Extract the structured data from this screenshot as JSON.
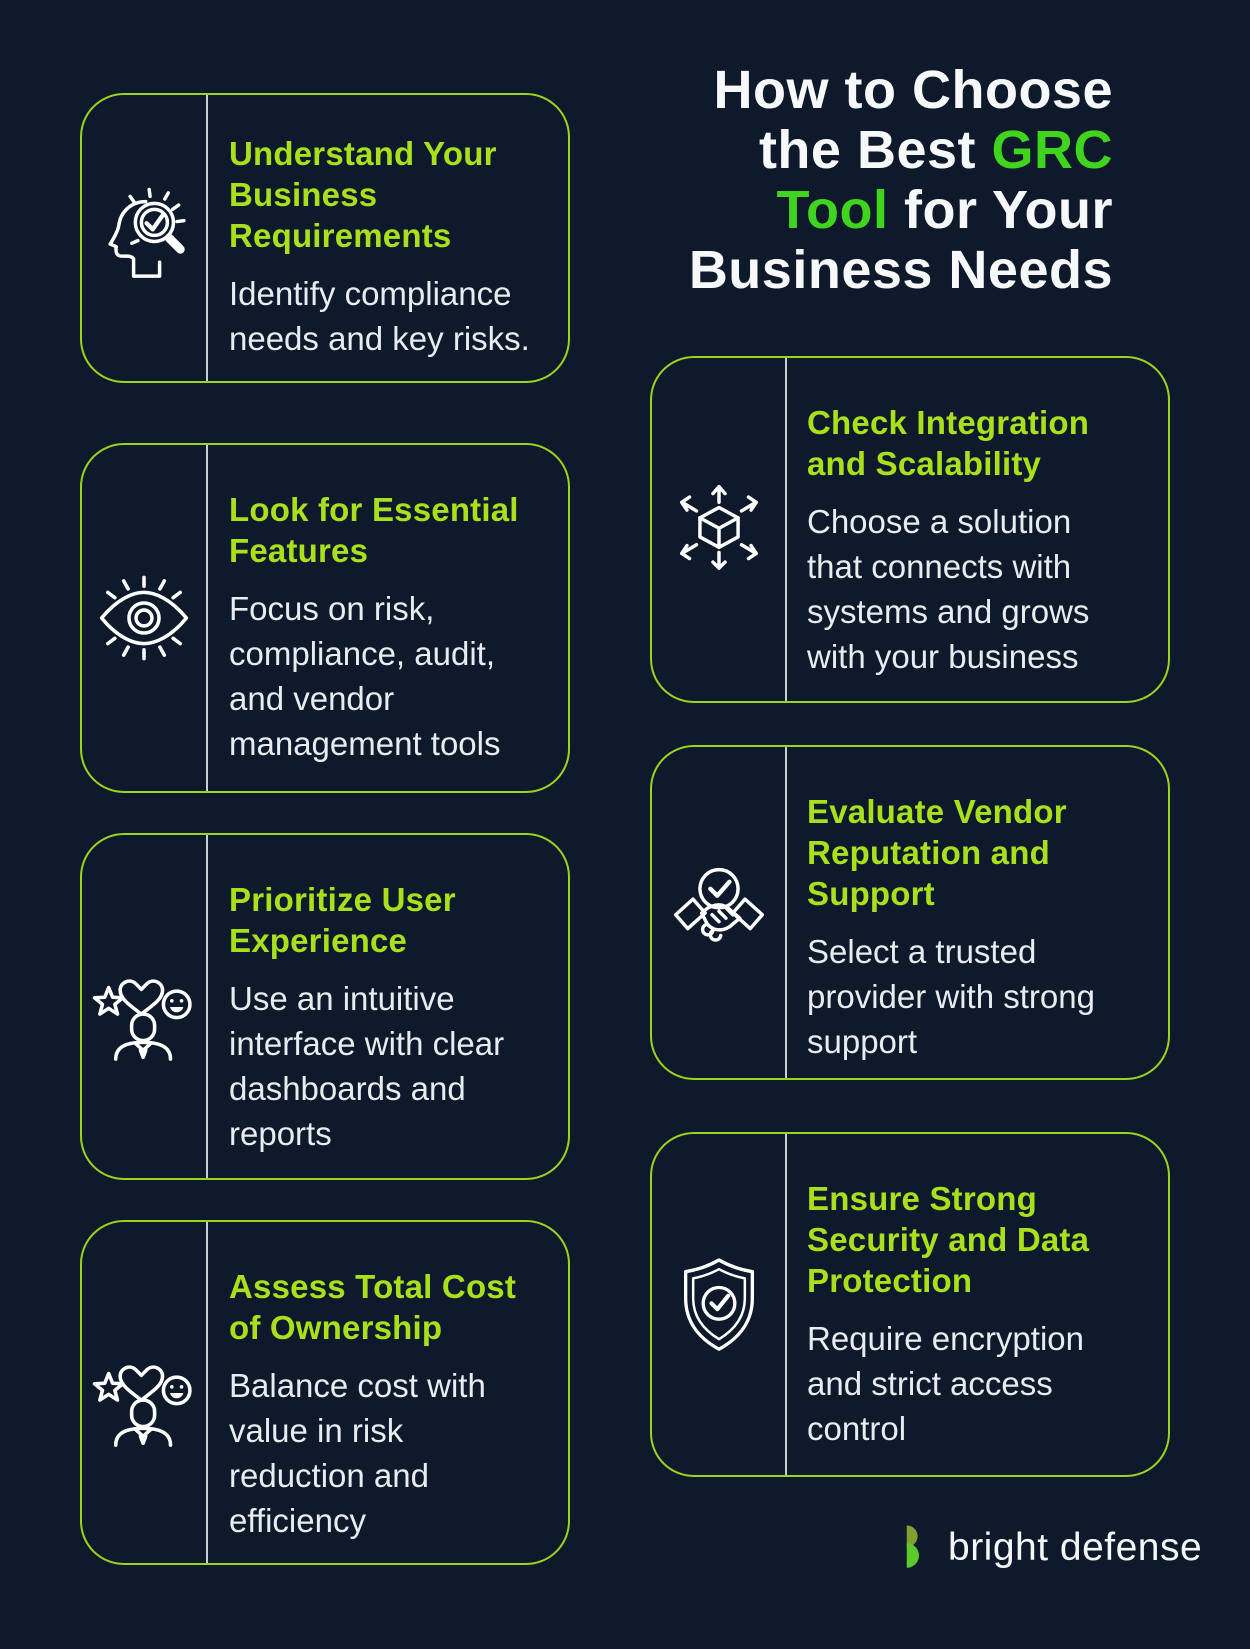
{
  "page": {
    "background_color": "#0e1a2b",
    "card_border_color": "#9bd41c",
    "heading_color": "#a8e01c",
    "title_accent_color": "#3fd51e",
    "body_text_color": "#e8ecef",
    "divider_color": "#c9ced6"
  },
  "title": {
    "line1": "How to Choose",
    "line2_white": "the Best ",
    "line2_green": "GRC",
    "line3_green": "Tool",
    "line3_white": " for Your",
    "line4": "Business Needs"
  },
  "cards": [
    {
      "icon": "head-magnifier-icon",
      "heading": "Understand Your\nBusiness\nRequirements",
      "body": "Identify compliance\nneeds and key risks."
    },
    {
      "icon": "eye-icon",
      "heading": "Look for Essential\nFeatures",
      "body": "Focus on risk,\ncompliance, audit,\nand vendor\nmanagement tools"
    },
    {
      "icon": "user-experience-icon",
      "heading": "Prioritize User\nExperience",
      "body": "Use an intuitive\ninterface with clear\ndashboards and\nreports"
    },
    {
      "icon": "user-experience-icon",
      "heading": "Assess Total Cost\nof Ownership",
      "body": "Balance cost with\nvalue in risk\nreduction and\nefficiency"
    },
    {
      "icon": "cube-arrows-icon",
      "heading": "Check Integration\nand Scalability",
      "body": "Choose a solution\nthat connects with\nsystems and grows\nwith your business"
    },
    {
      "icon": "handshake-check-icon",
      "heading": "Evaluate Vendor\nReputation and\nSupport",
      "body": "Select a trusted\nprovider with strong\nsupport"
    },
    {
      "icon": "shield-check-icon",
      "heading": "Ensure Strong\nSecurity and Data\nProtection",
      "body": "Require encryption\nand strict access\ncontrol"
    }
  ],
  "logo": {
    "text": "bright defense",
    "mark_top_color": "#7fa02e",
    "mark_bottom_color": "#5ec82a"
  }
}
